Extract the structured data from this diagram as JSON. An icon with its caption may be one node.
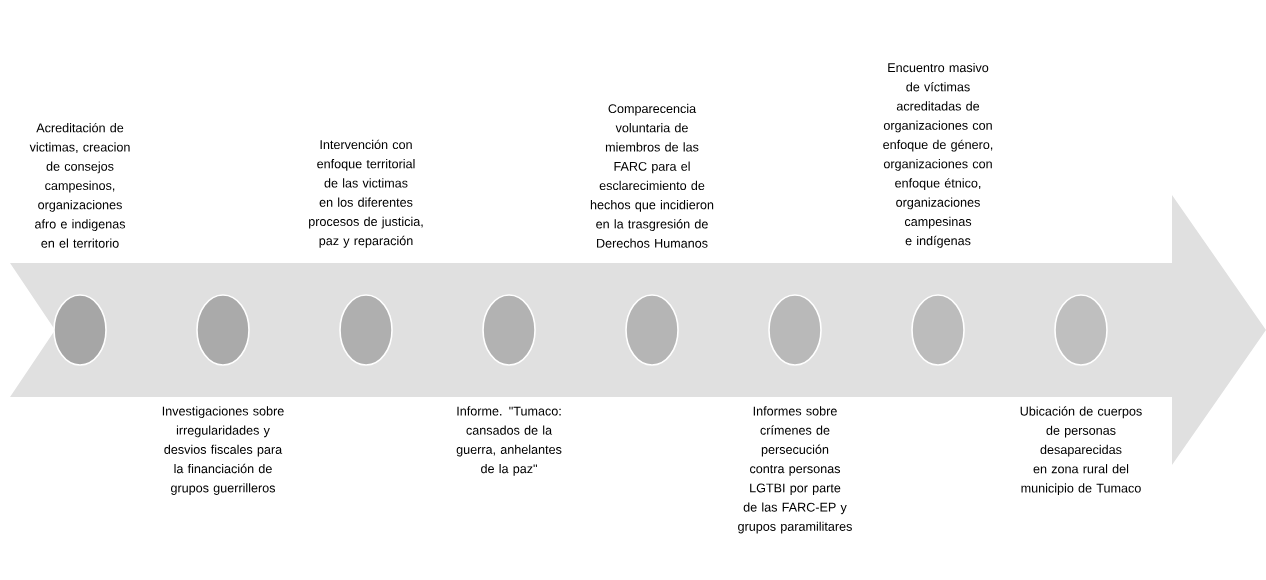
{
  "diagram": {
    "nodes": [
      {
        "text": [],
        "shape": "circle",
        "beside": [
          "Acreditación de victimas, creacion de consejos campesinos, organizaciones afro e indigenas en el territorio"
        ]
      },
      {
        "text": [],
        "shape": "circle",
        "beside": [
          "Investigaciones sobre irregularidades y desvios fiscales para la financiación de grupos guerrilleros"
        ]
      },
      {
        "text": [],
        "shape": "circle",
        "beside": [
          "Intervención con enfoque territorial de las victimas en los diferentes procesos de justicia, paz y reparación"
        ]
      },
      {
        "text": [],
        "shape": "circle",
        "beside": [
          "Informe. \"Tumaco: cansados de la guerra, anhelantes de la paz\""
        ]
      },
      {
        "text": [],
        "shape": "circle",
        "beside": [
          "Comparecencia voluntaria de miembros de las FARC para el esclarecimiento de hechos que incidieron en la trasgresión de Derechos Humanos"
        ]
      },
      {
        "text": [],
        "shape": "circle",
        "beside": [
          "Informes sobre crímenes de persecución contra personas LGTBI por parte de las FARC-EP y grupos paramilitares"
        ]
      },
      {
        "text": [],
        "shape": "circle",
        "beside": [
          "Encuentro masivo de víctimas acreditadas de organizaciones con enfoque de género, organizaciones con enfoque étnico, organizaciones campesinas e indígenas"
        ]
      },
      {
        "text": [],
        "shape": "circle",
        "beside": [
          "Ubicación de cuerpos de personas desaparecidas en zona rural del municipio de Tumaco"
        ]
      }
    ]
  }
}
